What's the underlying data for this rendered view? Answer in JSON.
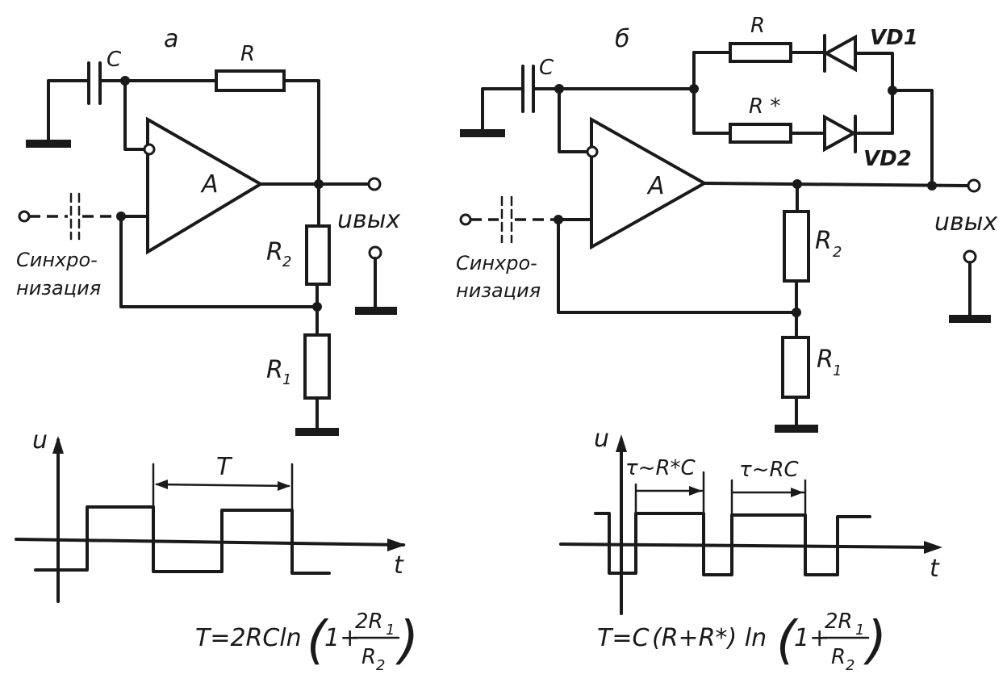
{
  "circuit_a": {
    "panel_label": "а",
    "cap_label": "C",
    "r_label": "R",
    "amp_label": "A",
    "r2_label": "R",
    "r2_sub": "2",
    "r1_label": "R",
    "r1_sub": "1",
    "out_label": "uвых",
    "sync_line1": "Синхро-",
    "sync_line2": "низация",
    "wave_u": "u",
    "wave_t": "t",
    "period_label": "T",
    "formula_lhs": "T=2RCln",
    "formula_one": "1+",
    "formula_num": "2R",
    "formula_num_sub": "1",
    "formula_den": "R",
    "formula_den_sub": "2"
  },
  "circuit_b": {
    "panel_label": "б",
    "cap_label": "C",
    "r_label": "R",
    "rstar_label": "R *",
    "vd1_label": "VD1",
    "vd2_label": "VD2",
    "amp_label": "A",
    "r2_label": "R",
    "r2_sub": "2",
    "r1_label": "R",
    "r1_sub": "1",
    "out_label": "uвых",
    "sync_line1": "Синхро-",
    "sync_line2": "низация",
    "wave_u": "u",
    "wave_t": "t",
    "tau1_label": "τ~R*C",
    "tau2_label": "τ~RC",
    "formula_lhs": "T=C",
    "formula_mid": "(R+R*) ln",
    "formula_one": "1+",
    "formula_num": "2R",
    "formula_num_sub": "1",
    "formula_den": "R",
    "formula_den_sub": "2"
  },
  "colors": {
    "ink": "#1a1a1a",
    "paper": "#ffffff"
  }
}
